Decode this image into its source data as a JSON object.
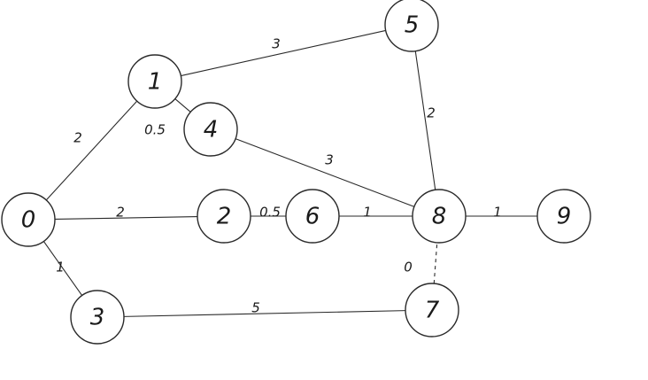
{
  "diagram": {
    "nodes": [
      {
        "id": "0",
        "label": "0"
      },
      {
        "id": "1",
        "label": "1"
      },
      {
        "id": "2",
        "label": "2"
      },
      {
        "id": "3",
        "label": "3"
      },
      {
        "id": "4",
        "label": "4"
      },
      {
        "id": "5",
        "label": "5"
      },
      {
        "id": "6",
        "label": "6"
      },
      {
        "id": "7",
        "label": "7"
      },
      {
        "id": "8",
        "label": "8"
      },
      {
        "id": "9",
        "label": "9"
      }
    ],
    "edges": [
      {
        "from": "0",
        "to": "1",
        "weight": "2",
        "style": "solid"
      },
      {
        "from": "0",
        "to": "2",
        "weight": "2",
        "style": "solid"
      },
      {
        "from": "0",
        "to": "3",
        "weight": "1",
        "style": "solid"
      },
      {
        "from": "1",
        "to": "5",
        "weight": "3",
        "style": "solid"
      },
      {
        "from": "1",
        "to": "4",
        "weight": "0.5",
        "style": "solid"
      },
      {
        "from": "4",
        "to": "8",
        "weight": "3",
        "style": "solid"
      },
      {
        "from": "5",
        "to": "8",
        "weight": "2",
        "style": "solid"
      },
      {
        "from": "2",
        "to": "6",
        "weight": "0.5",
        "style": "solid"
      },
      {
        "from": "6",
        "to": "8",
        "weight": "1",
        "style": "solid"
      },
      {
        "from": "8",
        "to": "9",
        "weight": "1",
        "style": "solid"
      },
      {
        "from": "3",
        "to": "7",
        "weight": "5",
        "style": "solid"
      },
      {
        "from": "7",
        "to": "8",
        "weight": "0",
        "style": "dashed"
      }
    ]
  }
}
